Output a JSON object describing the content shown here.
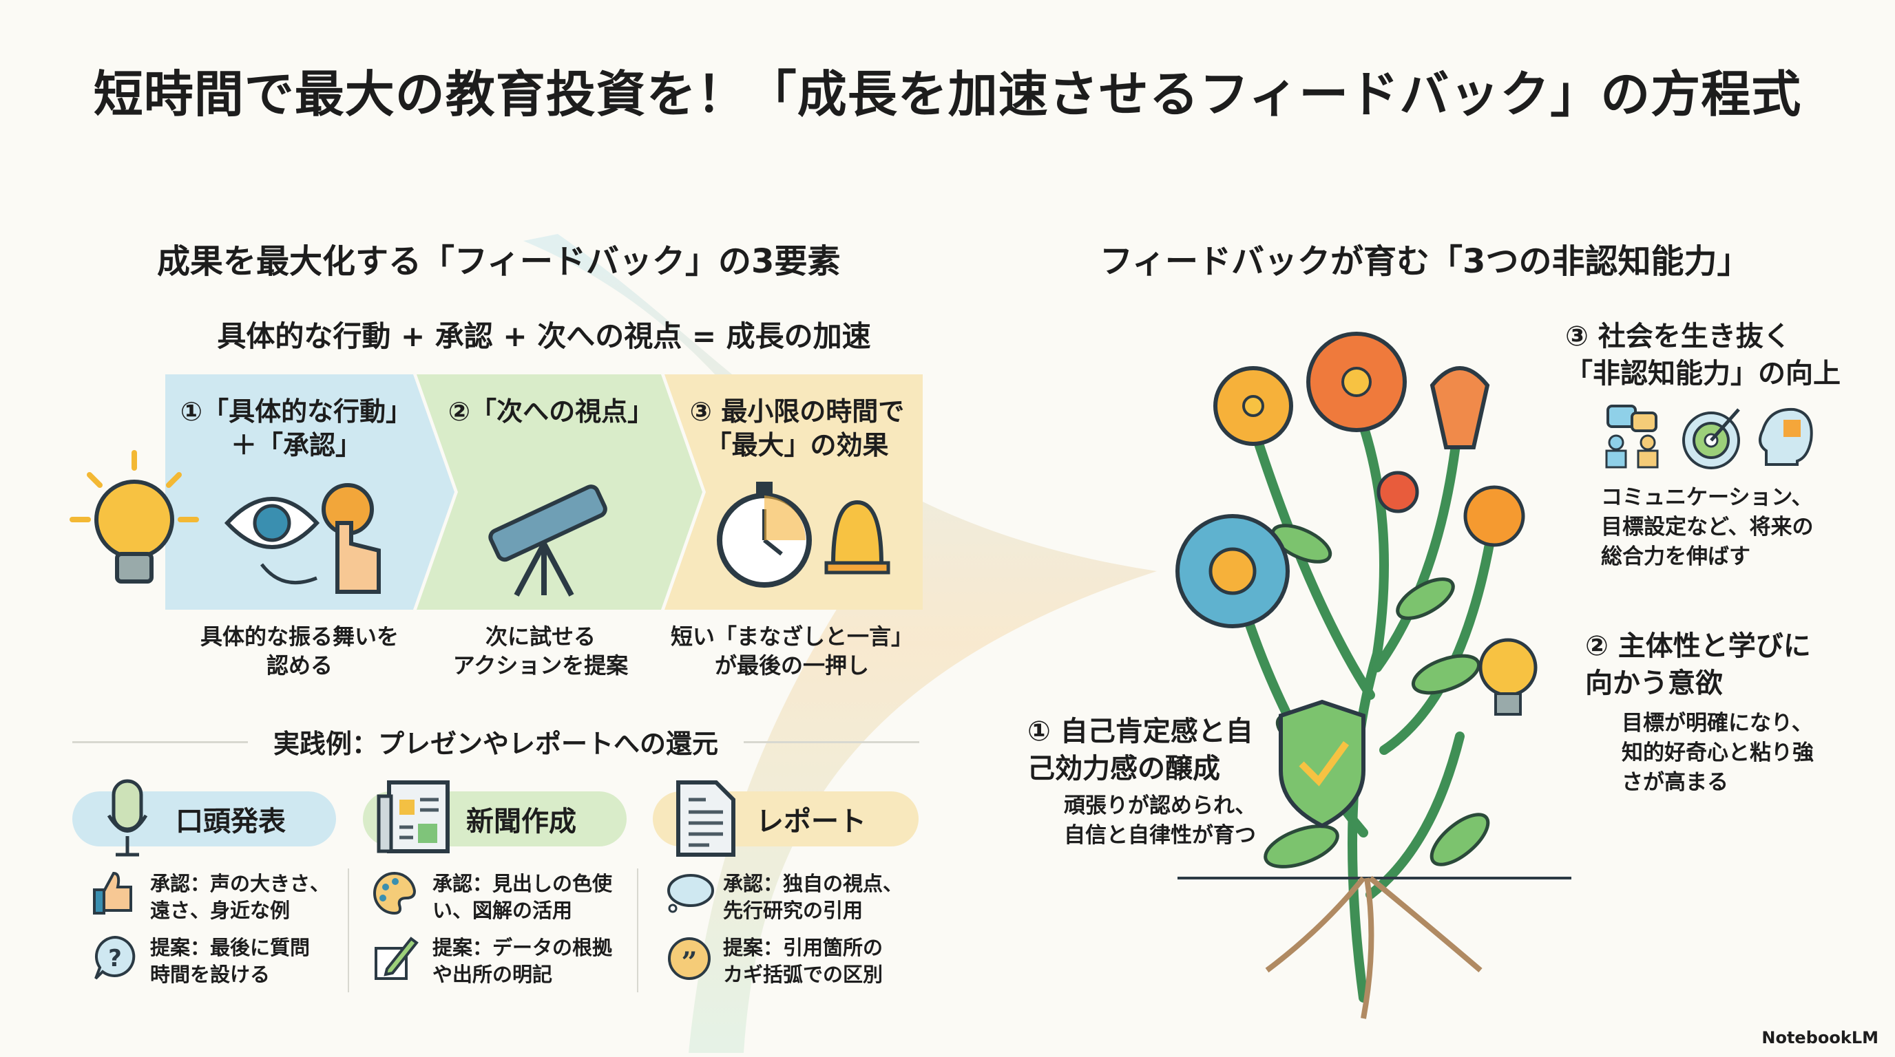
{
  "title": "短時間で最大の教育投資を！「成長を加速させるフィードバック」の方程式",
  "left": {
    "heading": "成果を最大化する「フィードバック」の3要素",
    "formula": "具体的な行動 + 承認 + 次への視点 = 成長の加速",
    "steps": [
      {
        "label": "①「具体的な行動」\n＋「承認」",
        "caption": "具体的な振る舞いを\n認める",
        "color": "#cfe8f1"
      },
      {
        "label": "②「次への視点」",
        "caption": "次に試せる\nアクションを提案",
        "color": "#d9ecc9"
      },
      {
        "label": "③ 最小限の時間で\n「最大」の効果",
        "caption": "短い「まなざしと一言」\nが最後の一押し",
        "color": "#f8e8bd"
      }
    ],
    "examples_heading": "実践例：プレゼンやレポートへの還元",
    "examples": [
      {
        "title": "口頭発表",
        "color": "#cfe8f1",
        "items": [
          "承認：声の大きさ、\n遠さ、身近な例",
          "提案：最後に質問\n時間を設ける"
        ]
      },
      {
        "title": "新聞作成",
        "color": "#d9ecc9",
        "items": [
          "承認：見出しの色使\nい、図解の活用",
          "提案：データの根拠\nや出所の明記"
        ]
      },
      {
        "title": "レポート",
        "color": "#f8e8bd",
        "items": [
          "承認：独自の視点、\n先行研究の引用",
          "提案：引用箇所の\nカギ括弧での区別"
        ]
      }
    ]
  },
  "right": {
    "heading": "フィードバックが育む「3つの非認知能力」",
    "abilities": [
      {
        "label": "① 自己肯定感と自\n己効力感の醸成",
        "desc": "頑張りが認められ、\n自信と自律性が育つ"
      },
      {
        "label": "② 主体性と学びに\n向かう意欲",
        "desc": "目標が明確になり、\n知的好奇心と粘り強\nさが高まる"
      },
      {
        "label": "③ 社会を生き抜く\n「非認知能力」の向上",
        "desc": "コミュニケーション、\n目標設定など、将来の\n総合力を伸ばす"
      }
    ]
  },
  "brand": "NotebookLM"
}
